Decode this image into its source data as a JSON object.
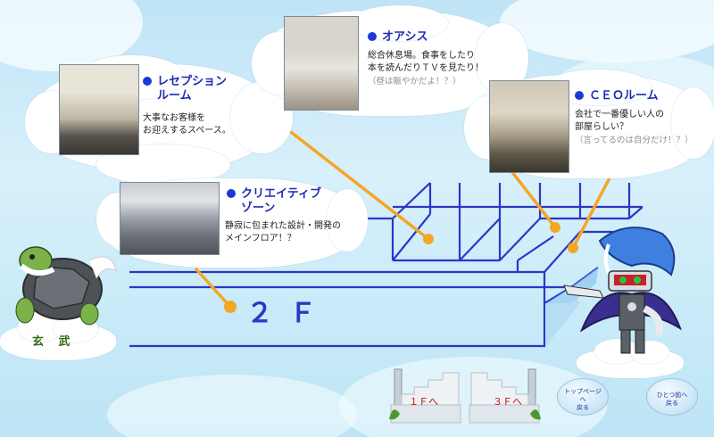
{
  "floor": {
    "label": "２Ｆ"
  },
  "rooms": {
    "reception": {
      "title": "レセプション",
      "title2": "ルーム",
      "desc1": "大事なお客様を",
      "desc2": "お迎えするスペース。"
    },
    "oasis": {
      "title": "オアシス",
      "desc1": "総合休息場。食事をしたり",
      "desc2": "本を読んだりＴＶを見たり！",
      "note": "（昼は賑やかだよ！？）"
    },
    "ceo": {
      "title": "ＣＥＯルーム",
      "desc1": "会社で一番優しい人の",
      "desc2": "部屋らしい？",
      "note": "（言ってるのは自分だけ！？）"
    },
    "creative": {
      "title": "クリエイティブ",
      "title2": "ゾーン",
      "desc1": "静寂に包まれた設計・開発の",
      "desc2": "メインフロア！？"
    }
  },
  "nav": {
    "floor1": "１Ｆへ",
    "floor3": "３Ｆへ",
    "top": "トップページ\nへ\n戻る",
    "back": "ひとつ前へ\n戻る"
  },
  "mascot_left": {
    "sign": "玄 武"
  },
  "colors": {
    "accent": "#1f2bb0",
    "marker": "#f5a623",
    "line": "#2b36c8",
    "nav_text": "#d01010"
  }
}
